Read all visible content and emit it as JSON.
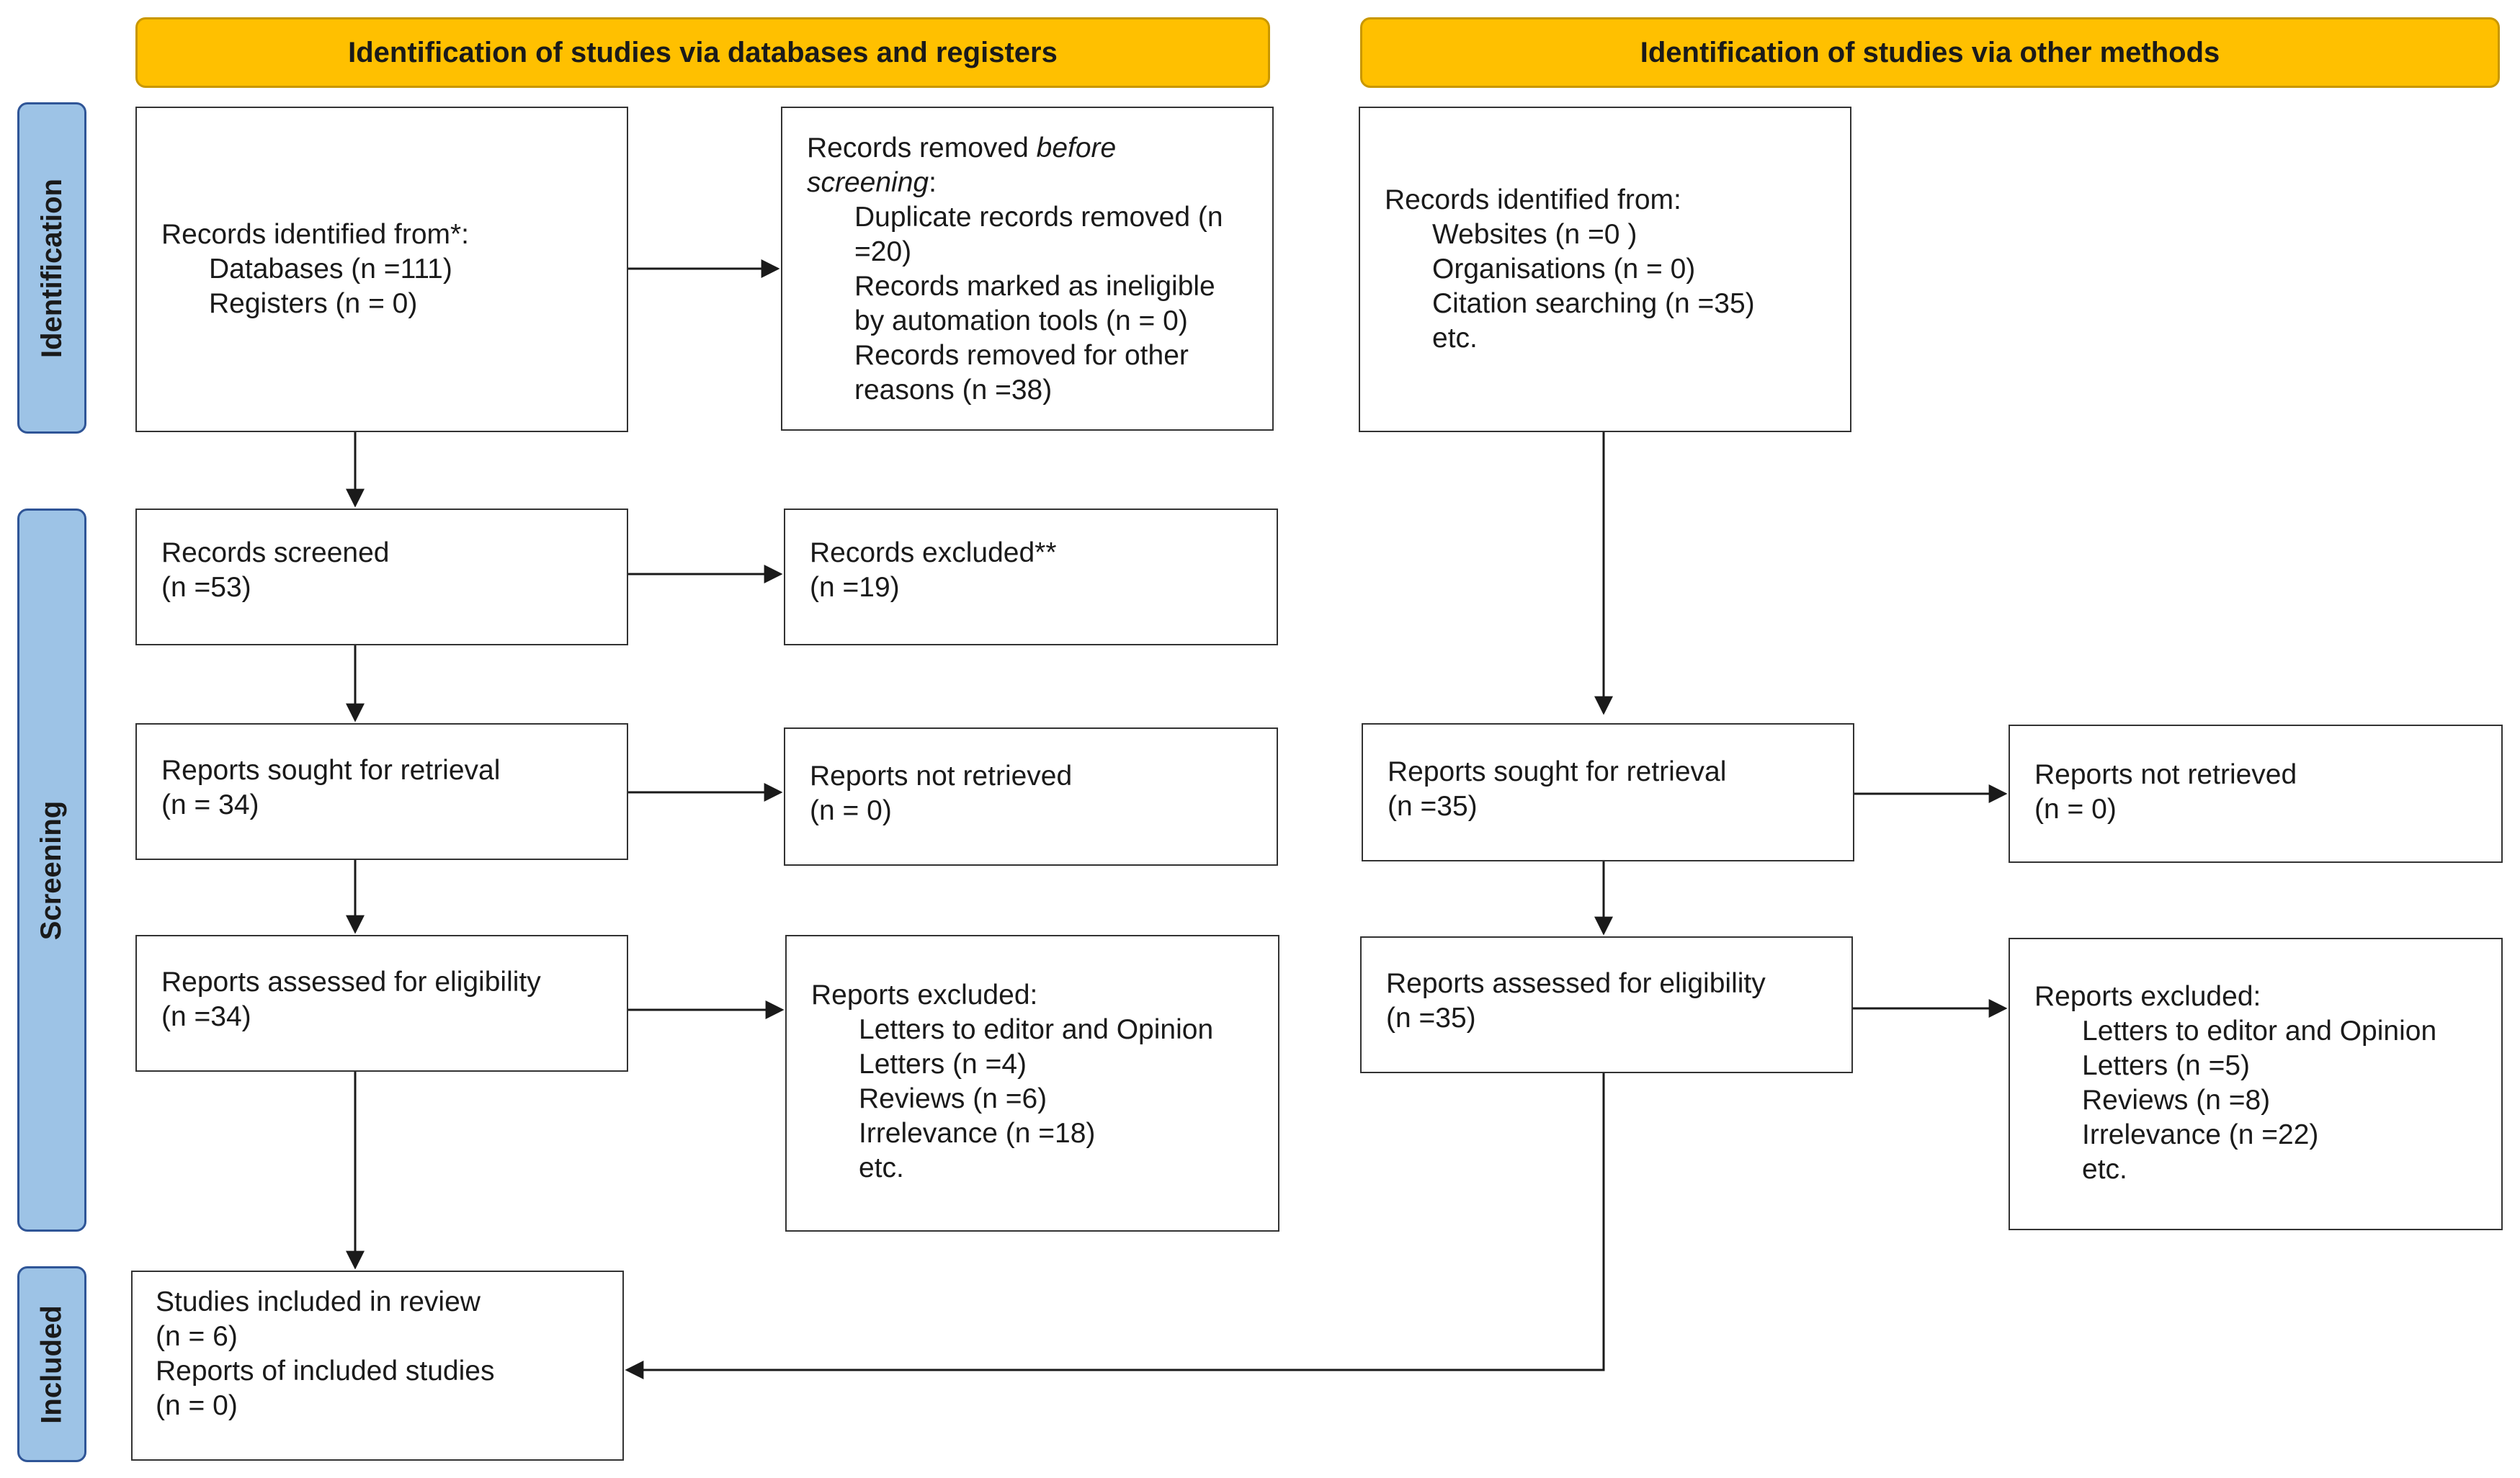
{
  "headers": {
    "databases": "Identification of studies via databases and registers",
    "other": "Identification of studies via other methods"
  },
  "stages": {
    "identification": "Identification",
    "screening": "Screening",
    "included": "Included"
  },
  "db_identified": {
    "title": "Records identified from*:",
    "databases": "Databases (n =111)",
    "registers": "Registers (n = 0)"
  },
  "db_removed": {
    "title_prefix": "Records removed ",
    "title_italic_1": "before",
    "title_italic_2": "screening",
    "title_suffix": ":",
    "lines": [
      "Duplicate records removed (n",
      "=20)",
      "Records marked as ineligible",
      "by automation tools (n = 0)",
      "Records removed for other",
      "reasons (n =38)"
    ]
  },
  "db_screened": {
    "title": "Records screened",
    "count": "(n =53)"
  },
  "db_excluded": {
    "title": "Records excluded**",
    "count": "(n =19)"
  },
  "db_sought": {
    "title": "Reports sought for retrieval",
    "count": "(n = 34)"
  },
  "db_not_retrieved": {
    "title": "Reports not retrieved",
    "count": "(n = 0)"
  },
  "db_assessed": {
    "title": "Reports assessed for eligibility",
    "count": "(n =34)"
  },
  "db_reports_excluded": {
    "title": "Reports excluded:",
    "lines": [
      "Letters to editor and Opinion",
      "Letters (n =4)",
      "Reviews (n =6)",
      "Irrelevance (n =18)",
      "etc."
    ]
  },
  "other_identified": {
    "title": "Records identified from:",
    "lines": [
      "Websites (n =0 )",
      "Organisations (n = 0)",
      "Citation searching (n =35)",
      "etc."
    ]
  },
  "other_sought": {
    "title": "Reports sought for retrieval",
    "count": "(n =35)"
  },
  "other_not_retrieved": {
    "title": "Reports not retrieved",
    "count": "(n = 0)"
  },
  "other_assessed": {
    "title": "Reports assessed for eligibility",
    "count": "(n =35)"
  },
  "other_reports_excluded": {
    "title": "Reports excluded:",
    "lines": [
      "Letters to editor and Opinion",
      "Letters (n =5)",
      "Reviews (n =8)",
      "Irrelevance (n =22)",
      "etc."
    ]
  },
  "included": {
    "studies": "Studies included in review",
    "studies_count": "(n = 6)",
    "reports": "Reports of included studies",
    "reports_count": "(n = 0)"
  },
  "colors": {
    "header_fill": "#ffc000",
    "stage_fill": "#9dc3e6",
    "stage_border": "#2f5597",
    "line": "#1a1a1a"
  }
}
